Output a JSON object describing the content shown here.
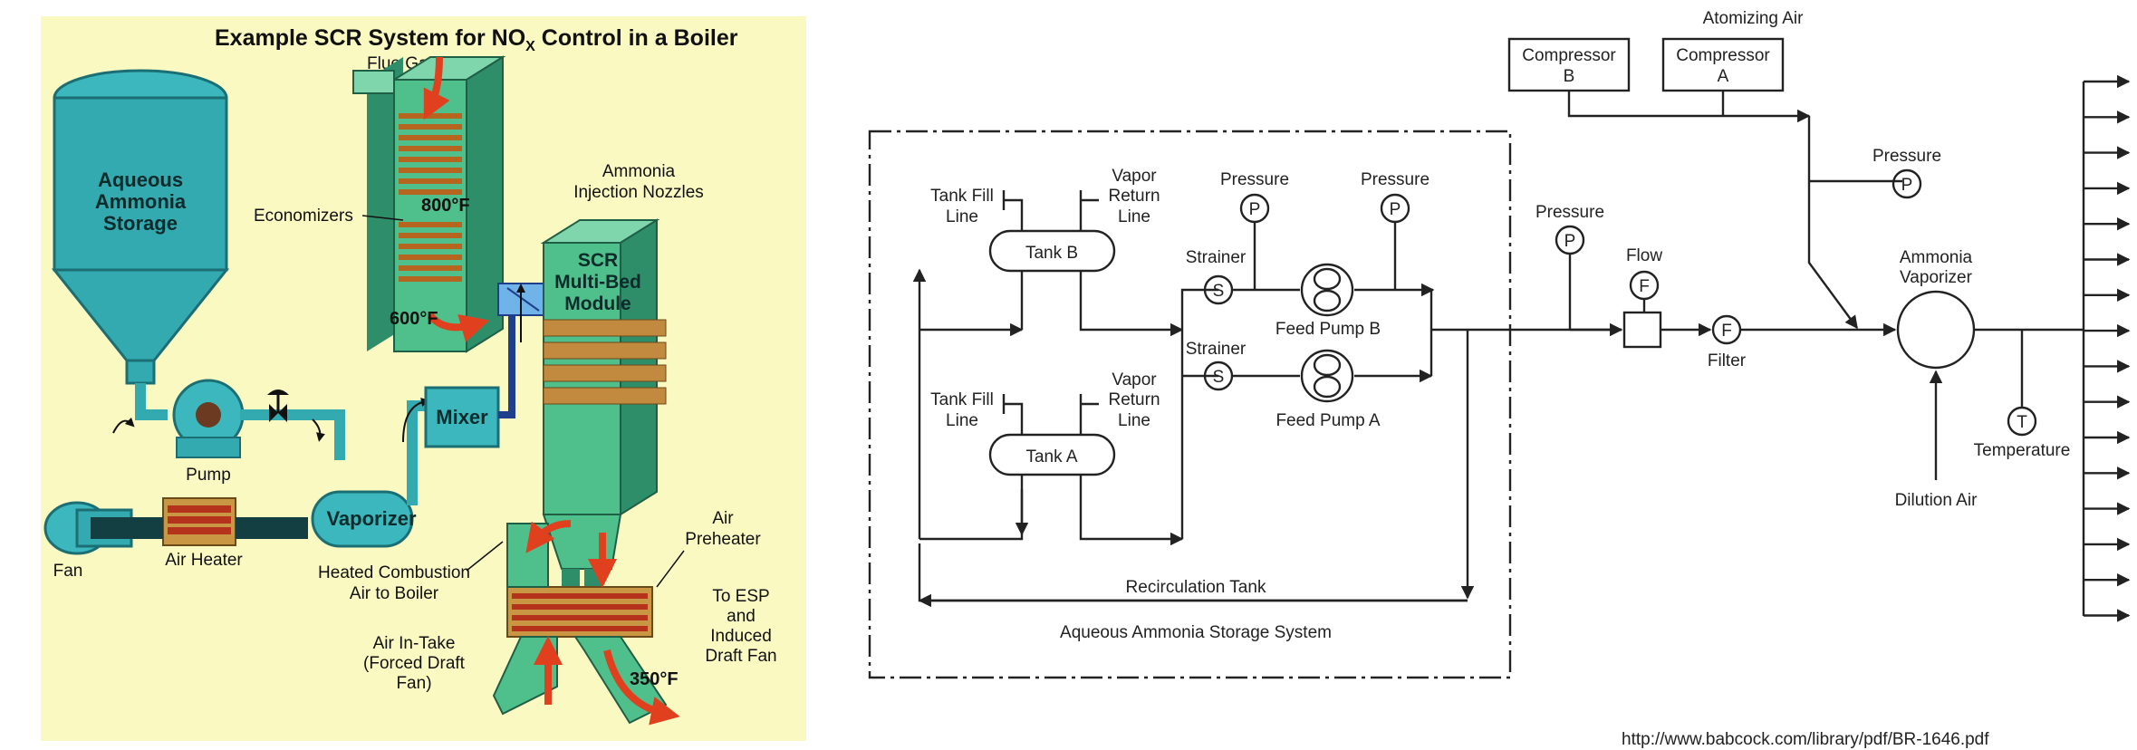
{
  "left_diagram": {
    "title_prefix": "Example SCR System for NO",
    "title_sub": "X",
    "title_suffix": " Control in a Boiler",
    "labels": {
      "flue_gas_inlet": "Flue Gas Inlet",
      "storage_line1": "Aqueous",
      "storage_line2": "Ammonia",
      "storage_line3": "Storage",
      "ammonia_nozzles_line1": "Ammonia",
      "ammonia_nozzles_line2": "Injection Nozzles",
      "economizers": "Economizers",
      "temp_800": "800°F",
      "temp_600": "600°F",
      "scr_line1": "SCR",
      "scr_line2": "Multi-Bed",
      "scr_line3": "Module",
      "mixer": "Mixer",
      "pump": "Pump",
      "vaporizer": "Vaporizer",
      "fan": "Fan",
      "air_heater": "Air Heater",
      "heated_air_line1": "Heated Combustion",
      "heated_air_line2": "Air to Boiler",
      "air_preheater_line1": "Air",
      "air_preheater_line2": "Preheater",
      "to_esp_line1": "To ESP",
      "to_esp_line2": "and",
      "to_esp_line3": "Induced",
      "to_esp_line4": "Draft Fan",
      "air_intake_line1": "Air In-Take",
      "air_intake_line2": "(Forced Draft",
      "air_intake_line3": "Fan)",
      "temp_350": "350°F"
    }
  },
  "right_diagram": {
    "atomizing_air": "Atomizing Air",
    "compressor_b_line1": "Compressor",
    "compressor_b_line2": "B",
    "compressor_a_line1": "Compressor",
    "compressor_a_line2": "A",
    "pressure": "Pressure",
    "tank_fill_line1": "Tank Fill",
    "tank_fill_line2": "Line",
    "vapor_return_line1": "Vapor",
    "vapor_return_line2": "Return",
    "vapor_return_line3": "Line",
    "tank_b": "Tank B",
    "tank_a": "Tank A",
    "strainer": "Strainer",
    "feed_pump_b": "Feed Pump B",
    "feed_pump_a": "Feed Pump A",
    "flow": "Flow",
    "filter": "Filter",
    "ammonia_vaporizer_line1": "Ammonia",
    "ammonia_vaporizer_line2": "Vaporizer",
    "temperature": "Temperature",
    "dilution_air": "Dilution Air",
    "recirculation_tank": "Recirculation Tank",
    "storage_system": "Aqueous Ammonia Storage System",
    "symbol_pressure": "P",
    "symbol_strainer": "S",
    "symbol_flow": "F",
    "symbol_temperature": "T",
    "source_url": "http://www.babcock.com/library/pdf/BR-1646.pdf"
  }
}
